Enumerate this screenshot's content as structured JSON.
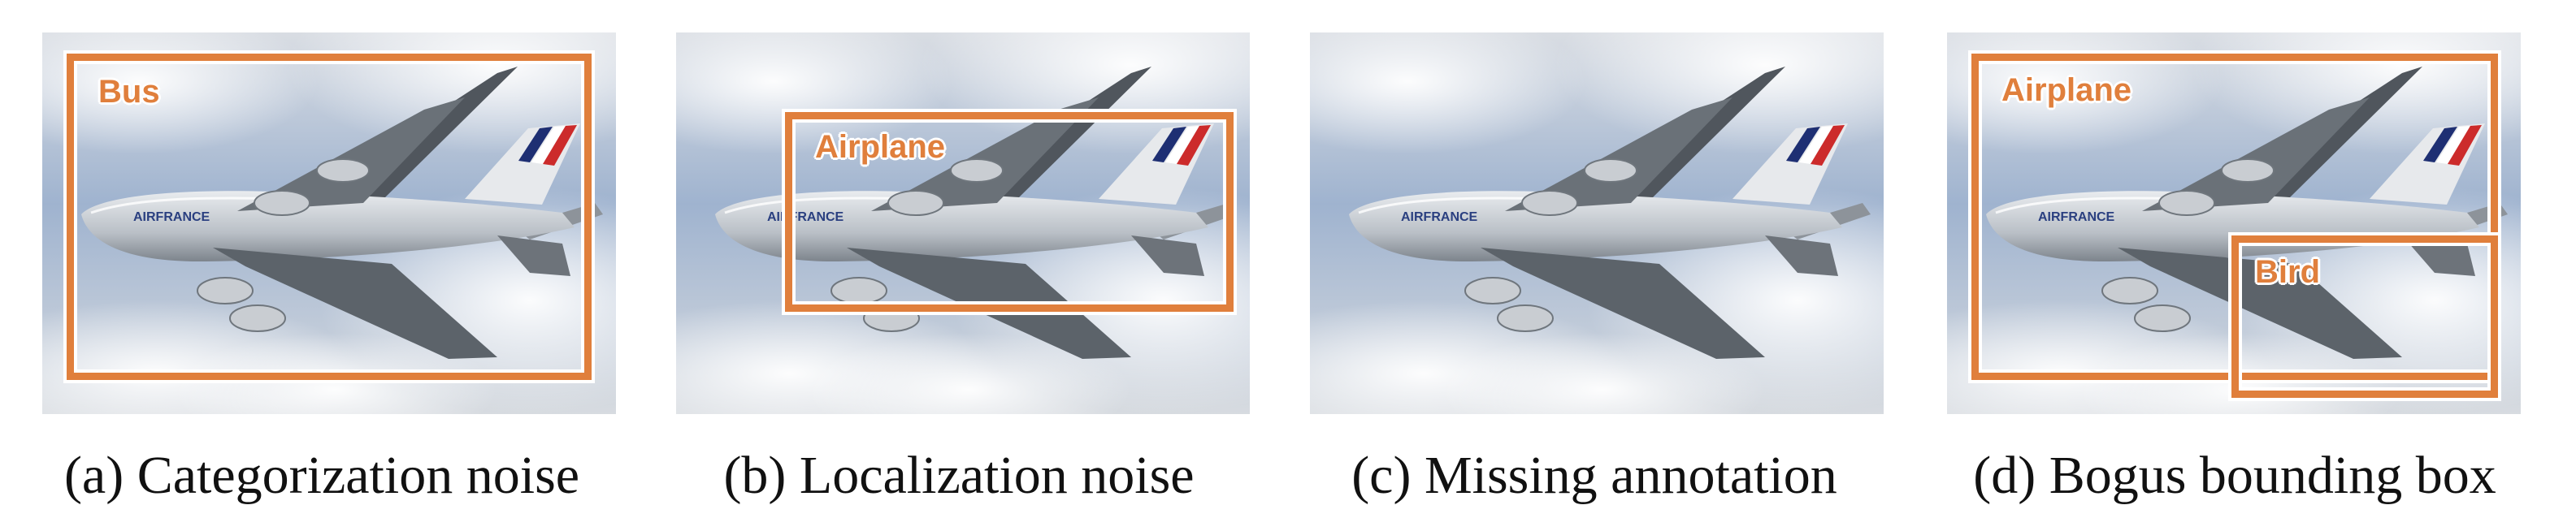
{
  "colors": {
    "accent": "#e07f3c",
    "sky": "#8fa7c8",
    "cloud": "#eef0f3"
  },
  "icons": {
    "photo": "airplane-photo-icon",
    "annotation": "bounding-box-icon"
  },
  "panels": [
    {
      "caption": "(a) Categorization noise",
      "boxes": [
        {
          "label": "Bus"
        }
      ]
    },
    {
      "caption": "(b) Localization noise",
      "boxes": [
        {
          "label": "Airplane"
        }
      ]
    },
    {
      "caption": "(c) Missing annotation",
      "boxes": []
    },
    {
      "caption": "(d) Bogus bounding box",
      "boxes": [
        {
          "label": "Airplane"
        },
        {
          "label": "Bird"
        }
      ]
    }
  ]
}
